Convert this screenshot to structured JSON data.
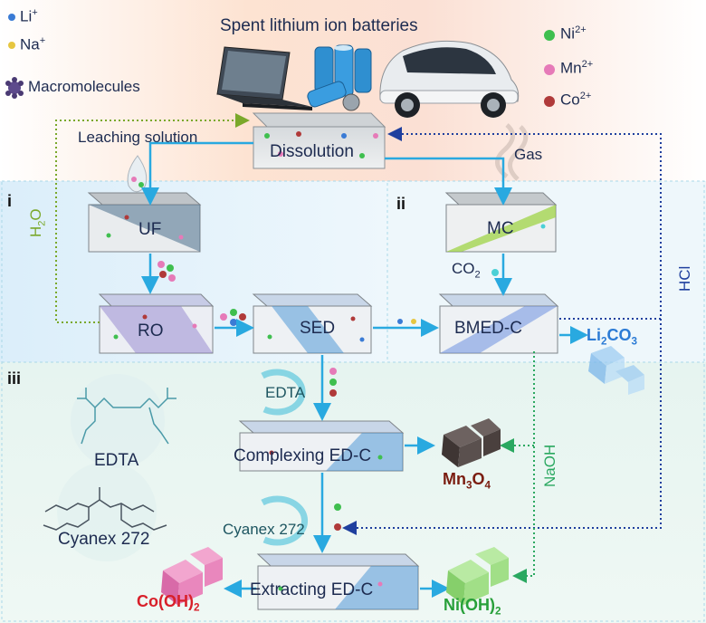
{
  "title": "Spent lithium ion batteries",
  "legend_left": {
    "li": {
      "base": "Li",
      "sup": "+"
    },
    "na": {
      "base": "Na",
      "sup": "+"
    },
    "macro": "Macromolecules"
  },
  "legend_right": {
    "ni": {
      "base": "Ni",
      "sup": "2+"
    },
    "mn": {
      "base": "Mn",
      "sup": "2+"
    },
    "co": {
      "base": "Co",
      "sup": "2+"
    }
  },
  "steps": {
    "dissolution": "Dissolution",
    "uf": "UF",
    "mc": "MC",
    "ro": "RO",
    "sed": "SED",
    "bmed": "BMED-C",
    "complexing": "Complexing ED-C",
    "extracting": "Extracting ED-C"
  },
  "labels": {
    "leaching": "Leaching solution",
    "gas": "Gas",
    "h2o": {
      "a": "H",
      "sub": "2",
      "b": "O"
    },
    "co2": {
      "a": "CO",
      "sub": "2"
    },
    "hcl": "HCl",
    "naoh": "NaOH",
    "edta_cycle": "EDTA",
    "cyanex_cycle": "Cyanex 272",
    "edta_struct": "EDTA",
    "cyanex_struct": "Cyanex 272"
  },
  "sections": {
    "i": "i",
    "ii": "ii",
    "iii": "iii"
  },
  "products": {
    "li2co3": {
      "a": "Li",
      "sub1": "2",
      "b": "CO",
      "sub2": "3"
    },
    "mn3o4": {
      "a": "Mn",
      "sub1": "3",
      "b": "O",
      "sub2": "4"
    },
    "coOH2": {
      "a": "Co(OH)",
      "sub1": "2"
    },
    "niOH2": {
      "a": "Ni(OH)",
      "sub1": "2"
    }
  },
  "colors": {
    "li": "#3a7bd5",
    "na": "#e6c640",
    "ni": "#3fbf4f",
    "mn": "#e67ab8",
    "co": "#b03a3a",
    "arrow": "#29a9e0",
    "h2o": "#7aa82a",
    "hcl": "#1f3f9e",
    "naoh": "#2aa860",
    "li2co3": "#2b7bd5",
    "mn3o4": "#7a1c10",
    "coOH2": "#d8202a",
    "niOH2": "#28a03a"
  }
}
